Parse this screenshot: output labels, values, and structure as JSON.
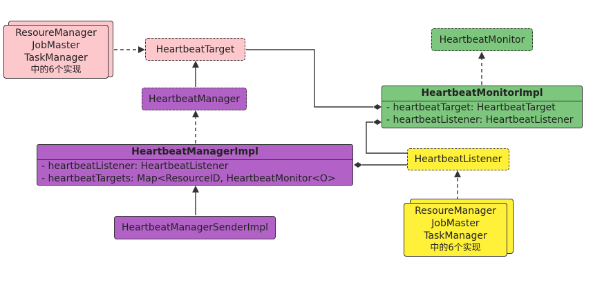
{
  "colors": {
    "pink": "#fcc8cc",
    "purple": "#b262c6",
    "green": "#7cc77d",
    "yellow": "#fff03a",
    "line": "#333333"
  },
  "impl_note_pink": [
    "ResoureManager",
    "JobMaster",
    "TaskManager",
    "中的6个实现"
  ],
  "impl_note_yellow": [
    "ResoureManager",
    "JobMaster",
    "TaskManager",
    "中的6个实现"
  ],
  "heartbeat_target": "HeartbeatTarget",
  "heartbeat_manager": "HeartbeatManager",
  "heartbeat_monitor": "HeartbeatMonitor",
  "heartbeat_listener": "HeartbeatListener",
  "heartbeat_manager_sender_impl": "HeartbeatManagerSenderImpl",
  "heartbeat_manager_impl": {
    "name": "HeartbeatManagerImpl",
    "fields": [
      "- heartbeatListener:  HeartbeatListener",
      "- heartbeatTargets:  Map<ResourceID, HeartbeatMonitor<O>"
    ]
  },
  "heartbeat_monitor_impl": {
    "name": "HeartbeatMonitorImpl",
    "fields": [
      "- heartbeatTarget:  HeartbeatTarget",
      "- heartbeatListener:  HeartbeatListener"
    ]
  }
}
